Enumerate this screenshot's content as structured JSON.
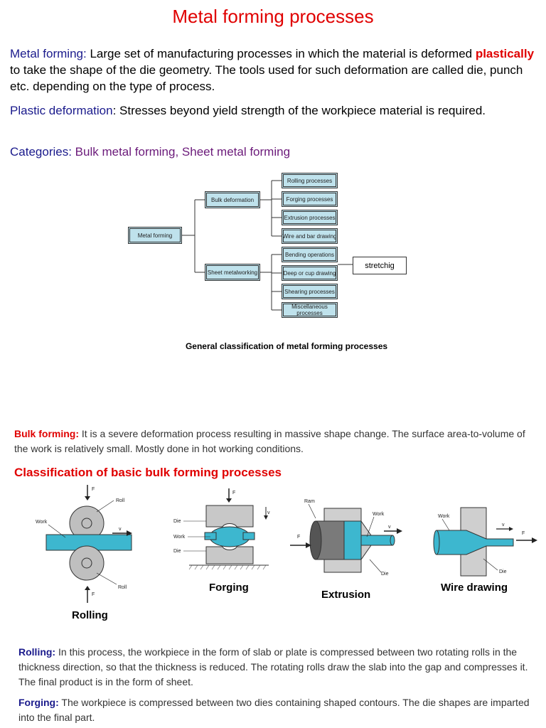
{
  "title": "Metal forming processes",
  "metal_forming": {
    "term": "Metal forming",
    "sep": ":",
    "text_a": " Large set of manufacturing processes in which the material is deformed ",
    "emph": "plastically",
    "text_b": " to take the shape of the die geometry. The tools used for such deformation are called die, punch etc. depending on the type of process."
  },
  "plastic_deformation": {
    "term": "Plastic deformation",
    "text": ": Stresses beyond yield strength of the workpiece material is required."
  },
  "categories": {
    "term": "Categories",
    "sep": ":",
    "text": " Bulk metal forming, Sheet metal forming"
  },
  "tree": {
    "root": "Metal forming",
    "bulk": "Bulk deformation",
    "sheet": "Sheet metalworking",
    "bulk_items": [
      "Rolling processes",
      "Forging processes",
      "Extrusion processes",
      "Wire and bar drawing"
    ],
    "sheet_items": [
      "Bending operations",
      "Deep or cup drawing",
      "Shearing processes",
      "Miscellaneous processes"
    ],
    "note": "stretchig"
  },
  "tree_caption": "General classification of metal forming processes",
  "bulk_forming": {
    "term": "Bulk forming:",
    "text": " It is a severe deformation process resulting in massive shape change. The surface area-to-volume of the work is relatively small. Mostly done in hot working conditions."
  },
  "classification_heading": "Classification of basic bulk forming processes",
  "figures": {
    "rolling": {
      "caption": "Rolling",
      "labels": {
        "f_top": "F",
        "roll_top": "Roll",
        "work": "Work",
        "v": "v",
        "roll_bottom": "Roll",
        "f_bottom": "F"
      }
    },
    "forging": {
      "caption": "Forging",
      "labels": {
        "f": "F",
        "v": "v",
        "die_top": "Die",
        "work": "Work",
        "die_bottom": "Die"
      }
    },
    "extrusion": {
      "caption": "Extrusion",
      "labels": {
        "ram": "Ram",
        "work": "Work",
        "v": "v",
        "f": "F",
        "die": "Die"
      }
    },
    "wire": {
      "caption": "Wire drawing",
      "labels": {
        "work": "Work",
        "v": "v",
        "f": "F",
        "die": "Die"
      }
    }
  },
  "rolling_text": {
    "term": "Rolling:",
    "text": " In this process, the workpiece in the form of slab or plate is compressed between two rotating rolls in the thickness direction, so that the thickness is reduced. The rotating rolls draw the slab into the gap and compresses it. The final product is in the form of sheet."
  },
  "forging_text": {
    "term": "Forging:",
    "text": " The workpiece is compressed between two dies containing shaped contours. The die shapes are imparted into the final part."
  }
}
